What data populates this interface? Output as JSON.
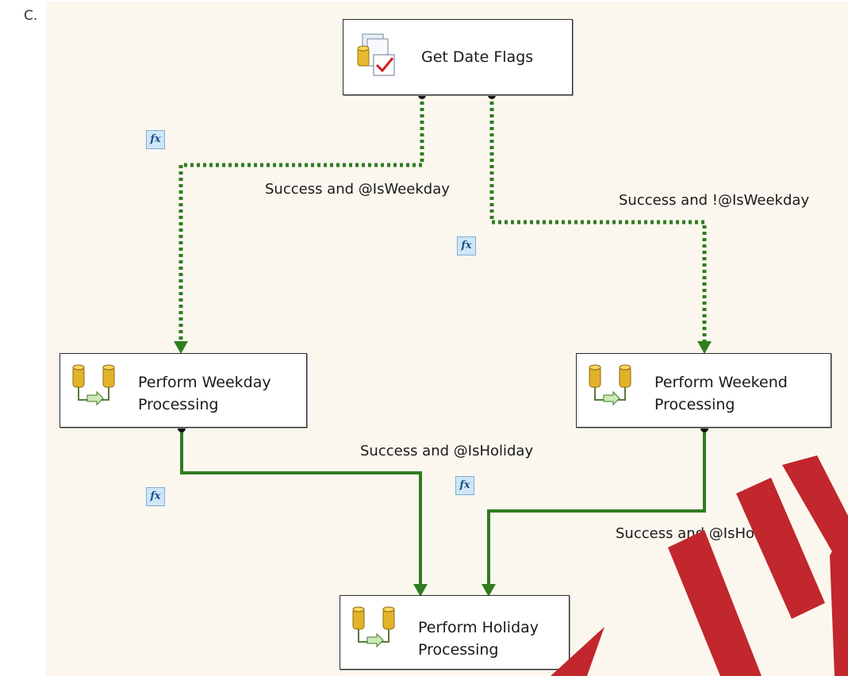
{
  "corner_label": "C.",
  "tasks": {
    "get_date_flags": "Get Date Flags",
    "weekday": "Perform Weekday\nProcessing",
    "weekend": "Perform Weekend\nProcessing",
    "holiday": "Perform Holiday\nProcessing"
  },
  "connectors": {
    "weekday_expr": "Success and @IsWeekday",
    "weekend_expr": "Success and !@IsWeekday",
    "holiday_expr_left": "Success and @IsHoliday",
    "holiday_expr_right": "Success and @IsHoliday"
  },
  "expression_icon_text": "fx",
  "colors": {
    "connector_green": "#2f7d1f",
    "canvas": "#fbf7ef",
    "watermark": "#c1272d"
  }
}
